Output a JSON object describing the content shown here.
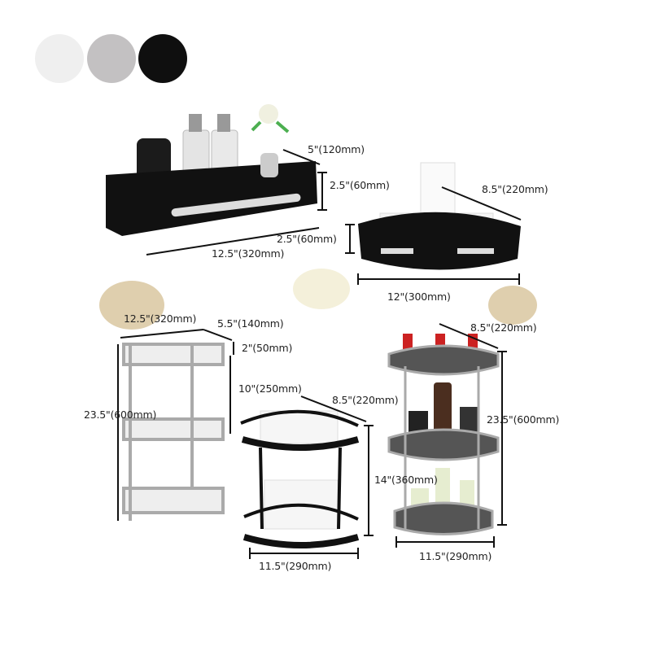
{
  "colors": {
    "swatches": [
      {
        "name": "white",
        "hex": "#efefef"
      },
      {
        "name": "silver",
        "hex": "#c3c1c2"
      },
      {
        "name": "black",
        "hex": "#0f0f0f"
      }
    ]
  },
  "products": {
    "rect_shelf": {
      "depth": "5\"(120mm)",
      "height": "2.5\"(60mm)",
      "width": "12.5\"(320mm)"
    },
    "corner_shelf": {
      "height": "2.5\"(60mm)",
      "side": "8.5\"(220mm)",
      "width": "12\"(300mm)"
    },
    "three_tier_rect": {
      "width": "12.5\"(320mm)",
      "depth": "5.5\"(140mm)",
      "tier_height": "2\"(50mm)",
      "height": "23.5\"(600mm)",
      "spacing": "10\"(250mm)"
    },
    "two_tier_corner": {
      "side": "8.5\"(220mm)",
      "height": "14\"(360mm)",
      "width": "11.5\"(290mm)"
    },
    "three_tier_corner": {
      "side": "8.5\"(220mm)",
      "height": "23.5\"(600mm)",
      "width": "11.5\"(290mm)"
    }
  }
}
